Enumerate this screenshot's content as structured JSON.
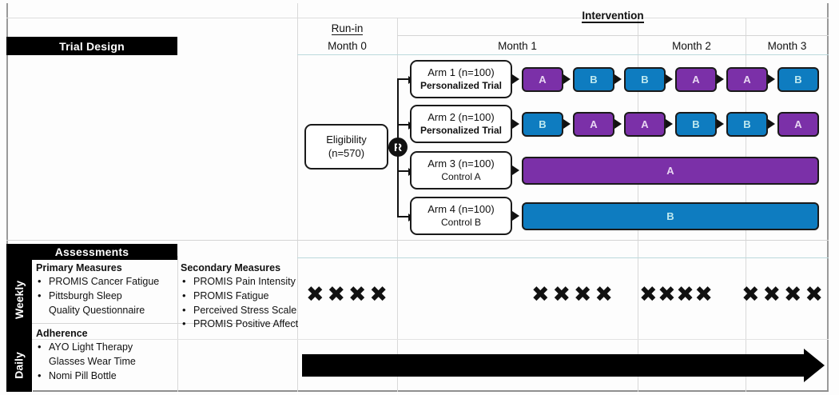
{
  "header": {
    "runin_label": "Run-in",
    "intervention_label": "Intervention",
    "months": [
      "Month 0",
      "Month 1",
      "Month 2",
      "Month 3"
    ]
  },
  "banners": {
    "trial_design": "Trial Design",
    "assessments": "Assessments"
  },
  "eligibility": {
    "line1": "Eligibility",
    "line2": "(n=570)"
  },
  "randomization": {
    "label": "R"
  },
  "arms": [
    {
      "title": "Arm 1 (n=100)",
      "subtitle": "Personalized Trial",
      "bold_subtitle": true,
      "sequence": [
        "A",
        "B",
        "B",
        "A",
        "A",
        "B"
      ],
      "full_bar": null
    },
    {
      "title": "Arm 2 (n=100)",
      "subtitle": "Personalized Trial",
      "bold_subtitle": true,
      "sequence": [
        "B",
        "A",
        "A",
        "B",
        "B",
        "A"
      ],
      "full_bar": null
    },
    {
      "title": "Arm 3 (n=100)",
      "subtitle": "Control A",
      "bold_subtitle": false,
      "sequence": [],
      "full_bar": "A"
    },
    {
      "title": "Arm 4 (n=100)",
      "subtitle": "Control B",
      "bold_subtitle": false,
      "sequence": [],
      "full_bar": "B"
    }
  ],
  "assessments": {
    "row_labels": {
      "weekly": "Weekly",
      "daily": "Daily"
    },
    "primary": {
      "title": "Primary Measures",
      "items": [
        {
          "text": "PROMIS Cancer Fatigue",
          "bullet": true
        },
        {
          "text": "Pittsburgh Sleep",
          "bullet": true
        },
        {
          "text": "Quality Questionnaire",
          "bullet": false
        }
      ]
    },
    "secondary": {
      "title": "Secondary Measures",
      "items": [
        {
          "text": "PROMIS Pain Intensity",
          "bullet": true
        },
        {
          "text": "PROMIS Fatigue",
          "bullet": true
        },
        {
          "text": "Perceived Stress Scale",
          "bullet": true
        },
        {
          "text": "PROMIS Positive Affect",
          "bullet": true
        }
      ]
    },
    "adherence": {
      "title": "Adherence",
      "items": [
        {
          "text": "AYO Light Therapy",
          "bullet": true
        },
        {
          "text": "Glasses Wear Time",
          "bullet": false
        },
        {
          "text": "Nomi Pill Bottle",
          "bullet": true
        }
      ]
    },
    "weekly_marks": {
      "symbol": "✖",
      "groups": [
        4,
        4,
        4,
        4
      ]
    }
  },
  "colors": {
    "treatment_a": "#7B30A8",
    "treatment_b": "#0E7CC0",
    "banner_bg": "#000000"
  }
}
